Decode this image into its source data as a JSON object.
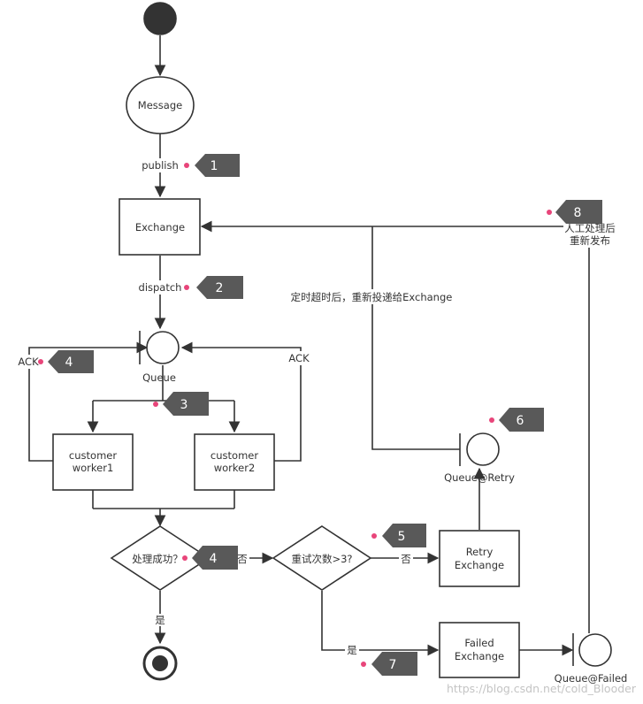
{
  "diagram": {
    "nodes": {
      "message": "Message",
      "exchange": "Exchange",
      "queue": "Queue",
      "worker1": [
        "customer",
        "worker1"
      ],
      "worker2": [
        "customer",
        "worker2"
      ],
      "decision_success": "处理成功？",
      "decision_retry": "重试次数>3?",
      "retry_exchange": [
        "Retry",
        "Exchange"
      ],
      "failed_exchange": [
        "Failed",
        "Exchange"
      ],
      "queue_retry": "Queue@Retry",
      "queue_failed": "Queue@Failed"
    },
    "edge_labels": {
      "publish": "publish",
      "dispatch": "dispatch",
      "ack_left": "ACK",
      "ack_right": "ACK",
      "retry_timeout": "定时超时后，重新投递给Exchange",
      "manual_republish": [
        "人工处理后",
        "重新发布"
      ],
      "no_1": "否",
      "no_2": "否",
      "yes_1": "是",
      "yes_2": "是"
    },
    "steps": [
      "1",
      "2",
      "4",
      "3",
      "4",
      "5",
      "6",
      "7",
      "8"
    ],
    "watermark": "https://blog.csdn.net/cold_Blooder"
  },
  "colors": {
    "stroke": "#333333",
    "tag_fill": "#595959",
    "tag_dot": "#e8457a",
    "text": "#333333"
  }
}
